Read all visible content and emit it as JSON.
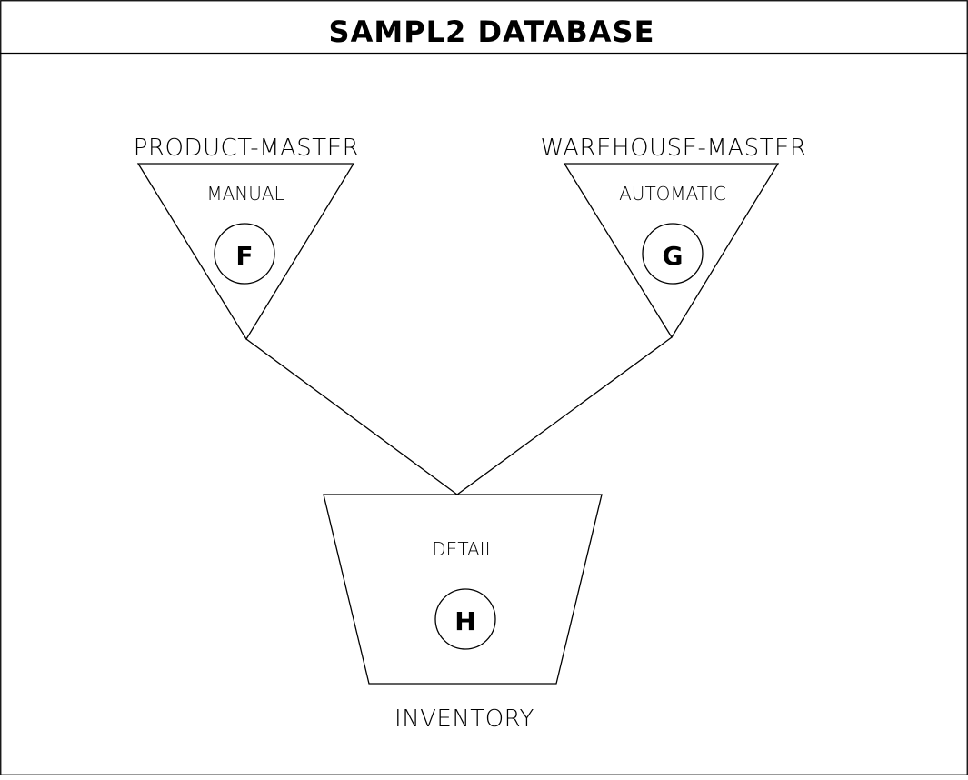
{
  "title": "SAMPL2 DATABASE",
  "datasets": {
    "product_master": {
      "name": "PRODUCT-MASTER",
      "type": "MANUAL",
      "letter": "F"
    },
    "warehouse_master": {
      "name": "WAREHOUSE-MASTER",
      "type": "AUTOMATIC",
      "letter": "G"
    },
    "inventory": {
      "name": "INVENTORY",
      "type": "DETAIL",
      "letter": "H"
    }
  }
}
